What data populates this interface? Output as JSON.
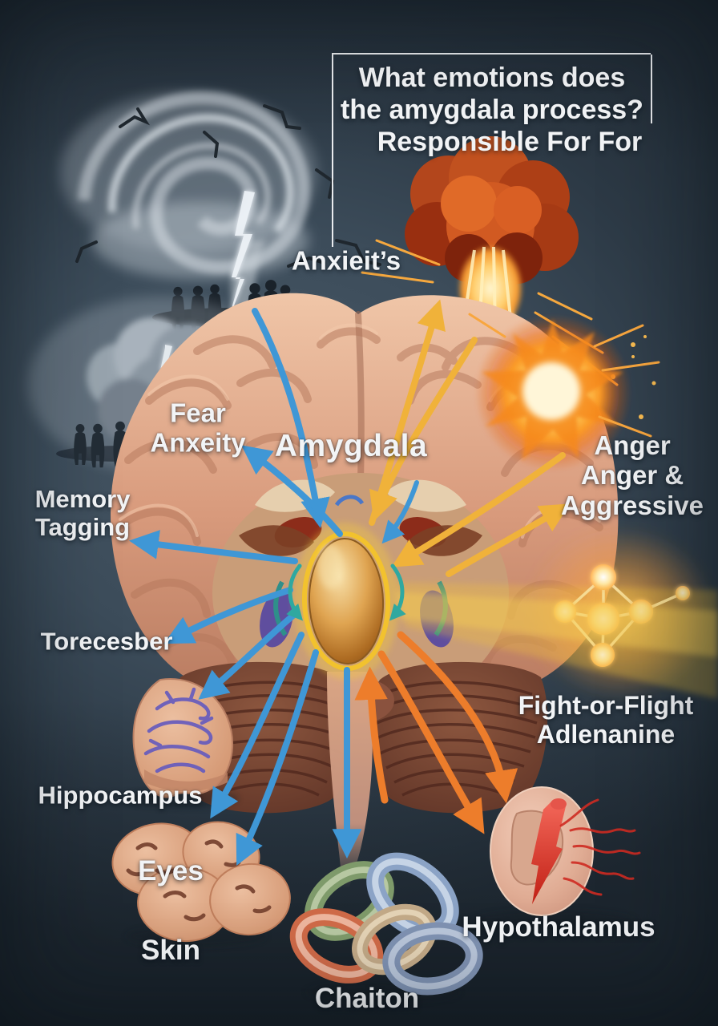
{
  "poster": {
    "title": {
      "line1": "What emotions does",
      "line2": "the amygdala process?",
      "line3": "Responsible For For"
    },
    "labels": {
      "anxiety_top": "Anxieit’s",
      "fear": {
        "line1": "Fear",
        "line2": "Anxeity"
      },
      "amygdala": "Amygdala",
      "anger": {
        "line1": "Anger",
        "line2": "Anger &",
        "line3": "Aggressive"
      },
      "memory": {
        "line1": "Memory",
        "line2": "Tagging"
      },
      "torecesber": "Torecesber",
      "fight": {
        "line1": "Fight-or-Flight",
        "line2": "Adlenanine"
      },
      "hippocampus": "Hippocampus",
      "eyes": "Eyes",
      "skin": "Skin",
      "chaiton": "Chaiton",
      "hypothalamus": "Hypothalamus"
    },
    "colors": {
      "background_top": "#3e4f5c",
      "background_bottom": "#222d36",
      "arrow_blue": "#3f97d6",
      "arrow_yellow": "#f0b23a",
      "arrow_orange": "#ed7d2b",
      "amygdala_gold": "#c98136",
      "highlight_ring": "#f2c22e",
      "text": "#f2f4f6"
    }
  }
}
